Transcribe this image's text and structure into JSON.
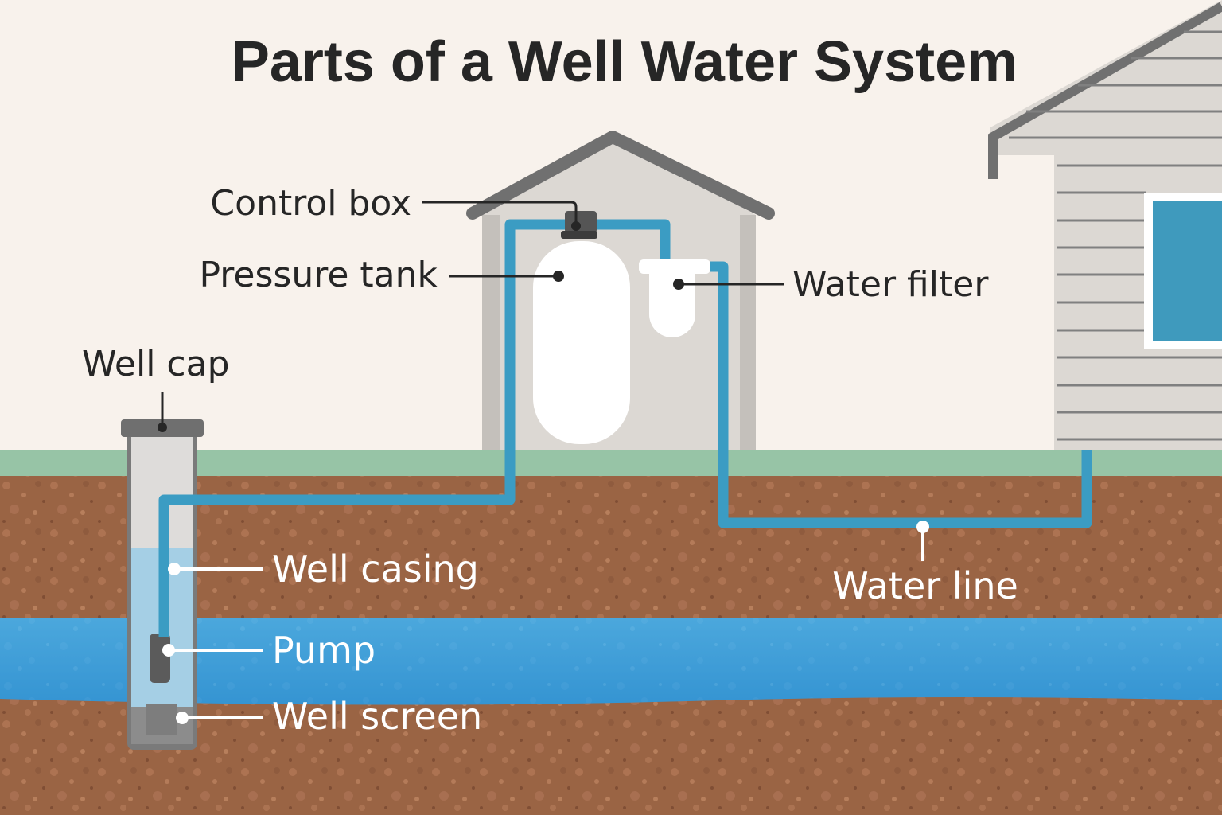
{
  "title": "Parts of a Well Water System",
  "labels": {
    "control_box": "Control box",
    "pressure_tank": "Pressure tank",
    "water_filter": "Water filter",
    "well_cap": "Well cap",
    "well_casing": "Well casing",
    "pump": "Pump",
    "well_screen": "Well screen",
    "water_line": "Water line"
  },
  "colors": {
    "background": "#f8f2ec",
    "grass": "#97c4a6",
    "soil": "#9a6444",
    "aquifer": "#3f9fd6",
    "pipe": "#3b9cc3",
    "shed_wall": "#dcd8d3",
    "roof": "#707070",
    "tank": "#ffffff",
    "text_dark": "#262626",
    "text_light": "#ffffff",
    "window": "#3f9abd"
  }
}
